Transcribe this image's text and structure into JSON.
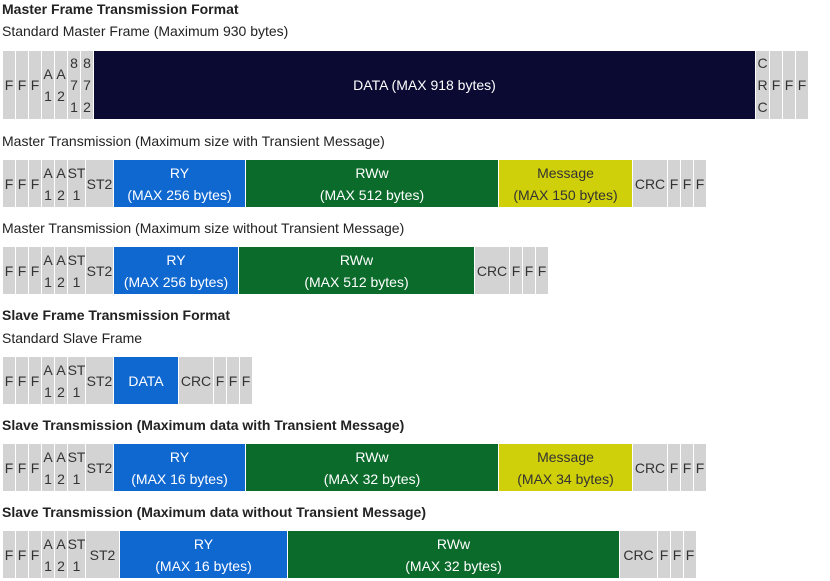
{
  "sections": {
    "master_format_heading": "Master Frame Transmission Format",
    "standard_master_label": "Standard Master Frame (Maximum 930 bytes)",
    "master_with_transient_label": "Master Transmission (Maximum size with Transient Message)",
    "master_without_transient_label": "Master Transmission (Maximum size without Transient Message)",
    "slave_format_heading": "Slave Frame Transmission Format",
    "standard_slave_label": "Standard Slave Frame",
    "slave_with_transient_heading": "Slave Transmission (Maximum data with Transient Message)",
    "slave_without_transient_heading": "Slave Transmission (Maximum data without Transient Message)"
  },
  "frames": {
    "standard_master": {
      "cells": [
        {
          "text": "F",
          "color": "gray"
        },
        {
          "text": "F",
          "color": "gray"
        },
        {
          "text": "F",
          "color": "gray"
        },
        {
          "text": "A\n1",
          "color": "gray"
        },
        {
          "text": "A\n2",
          "color": "gray"
        },
        {
          "text": "8\n7\n1",
          "color": "gray"
        },
        {
          "text": "8\n7\n2",
          "color": "gray"
        },
        {
          "text": "DATA (MAX 918 bytes)",
          "color": "dark"
        },
        {
          "text": "C\nR\nC",
          "color": "gray"
        },
        {
          "text": "F",
          "color": "gray"
        },
        {
          "text": "F",
          "color": "gray"
        },
        {
          "text": "F",
          "color": "gray"
        }
      ]
    },
    "master_with_transient": {
      "cells": [
        {
          "text": "F",
          "color": "gray"
        },
        {
          "text": "F",
          "color": "gray"
        },
        {
          "text": "F",
          "color": "gray"
        },
        {
          "text": "A\n1",
          "color": "gray"
        },
        {
          "text": "A\n2",
          "color": "gray"
        },
        {
          "text": "ST\n1",
          "color": "gray"
        },
        {
          "text": "ST2",
          "color": "gray"
        },
        {
          "text": "RY\n(MAX 256 bytes)",
          "color": "blue"
        },
        {
          "text": "RWw\n(MAX 512 bytes)",
          "color": "green"
        },
        {
          "text": "Message\n(MAX 150 bytes)",
          "color": "yellow"
        },
        {
          "text": "CRC",
          "color": "gray"
        },
        {
          "text": "F",
          "color": "gray"
        },
        {
          "text": "F",
          "color": "gray"
        },
        {
          "text": "F",
          "color": "gray"
        }
      ]
    },
    "master_without_transient": {
      "cells": [
        {
          "text": "F",
          "color": "gray"
        },
        {
          "text": "F",
          "color": "gray"
        },
        {
          "text": "F",
          "color": "gray"
        },
        {
          "text": "A\n1",
          "color": "gray"
        },
        {
          "text": "A\n2",
          "color": "gray"
        },
        {
          "text": "ST\n1",
          "color": "gray"
        },
        {
          "text": "ST2",
          "color": "gray"
        },
        {
          "text": "RY\n(MAX 256 bytes)",
          "color": "blue"
        },
        {
          "text": "RWw\n(MAX 512 bytes)",
          "color": "green"
        },
        {
          "text": "CRC",
          "color": "gray"
        },
        {
          "text": "F",
          "color": "gray"
        },
        {
          "text": "F",
          "color": "gray"
        },
        {
          "text": "F",
          "color": "gray"
        }
      ]
    },
    "standard_slave": {
      "cells": [
        {
          "text": "F",
          "color": "gray"
        },
        {
          "text": "F",
          "color": "gray"
        },
        {
          "text": "F",
          "color": "gray"
        },
        {
          "text": "A\n1",
          "color": "gray"
        },
        {
          "text": "A\n2",
          "color": "gray"
        },
        {
          "text": "ST\n1",
          "color": "gray"
        },
        {
          "text": "ST2",
          "color": "gray"
        },
        {
          "text": "DATA",
          "color": "blue"
        },
        {
          "text": "CRC",
          "color": "gray"
        },
        {
          "text": "F",
          "color": "gray"
        },
        {
          "text": "F",
          "color": "gray"
        },
        {
          "text": "F",
          "color": "gray"
        }
      ]
    },
    "slave_with_transient": {
      "cells": [
        {
          "text": "F",
          "color": "gray"
        },
        {
          "text": "F",
          "color": "gray"
        },
        {
          "text": "F",
          "color": "gray"
        },
        {
          "text": "A\n1",
          "color": "gray"
        },
        {
          "text": "A\n2",
          "color": "gray"
        },
        {
          "text": "ST\n1",
          "color": "gray"
        },
        {
          "text": "ST2",
          "color": "gray"
        },
        {
          "text": "RY\n(MAX 16 bytes)",
          "color": "blue"
        },
        {
          "text": "RWw\n(MAX 32 bytes)",
          "color": "green"
        },
        {
          "text": "Message\n(MAX 34 bytes)",
          "color": "yellow"
        },
        {
          "text": "CRC",
          "color": "gray"
        },
        {
          "text": "F",
          "color": "gray"
        },
        {
          "text": "F",
          "color": "gray"
        },
        {
          "text": "F",
          "color": "gray"
        }
      ]
    },
    "slave_without_transient": {
      "cells": [
        {
          "text": "F",
          "color": "gray"
        },
        {
          "text": "F",
          "color": "gray"
        },
        {
          "text": "F",
          "color": "gray"
        },
        {
          "text": "A\n1",
          "color": "gray"
        },
        {
          "text": "A\n2",
          "color": "gray"
        },
        {
          "text": "ST\n1",
          "color": "gray"
        },
        {
          "text": "ST2",
          "color": "gray"
        },
        {
          "text": "RY\n(MAX 16 bytes)",
          "color": "blue"
        },
        {
          "text": "RWw\n(MAX 32 bytes)",
          "color": "green"
        },
        {
          "text": "CRC",
          "color": "gray"
        },
        {
          "text": "F",
          "color": "gray"
        },
        {
          "text": "F",
          "color": "gray"
        },
        {
          "text": "F",
          "color": "gray"
        }
      ]
    }
  }
}
